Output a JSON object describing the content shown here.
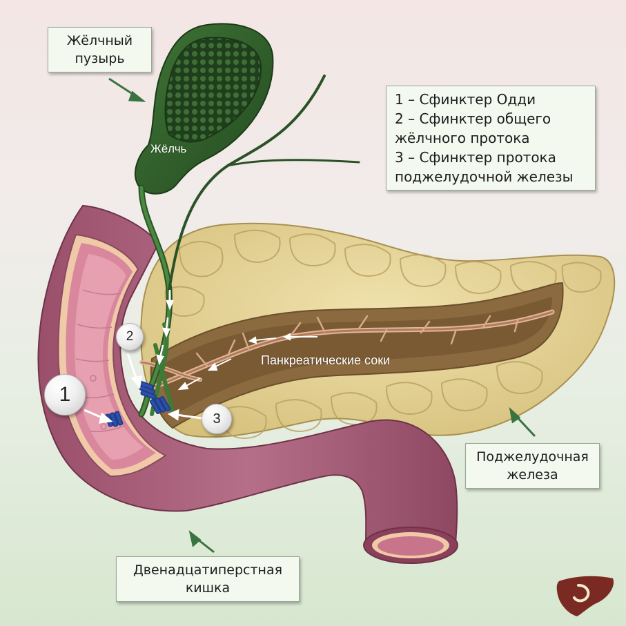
{
  "labels": {
    "gallbladder_line1": "Жёлчный",
    "gallbladder_line2": "пузырь",
    "bile": "Жёлчь",
    "pancreatic_juice": "Панкреатические  соки",
    "pancreas_line1": "Поджелудочная",
    "pancreas_line2": "железа",
    "duodenum_line1": "Двенадцатиперстная",
    "duodenum_line2": "кишка"
  },
  "legend": {
    "line1": "1 – Сфинктер Одди",
    "line2": "2 – Сфинктер общего",
    "line3": "жёлчного протока",
    "line4": "3 – Сфинктер протока",
    "line5": "поджелудочной железы"
  },
  "markers": {
    "m1": "1",
    "m2": "2",
    "m3": "3"
  },
  "colors": {
    "gallbladder": "#2f5e2a",
    "duct_green": "#3d7a34",
    "duodenum": "#a85f79",
    "pancreas": "#e6d49a",
    "pancreatic_duct": "#c08a6c",
    "sphincter": "#2c4fa8",
    "logo": "#7a2a22"
  },
  "icons": {
    "logo": "liver-icon"
  }
}
